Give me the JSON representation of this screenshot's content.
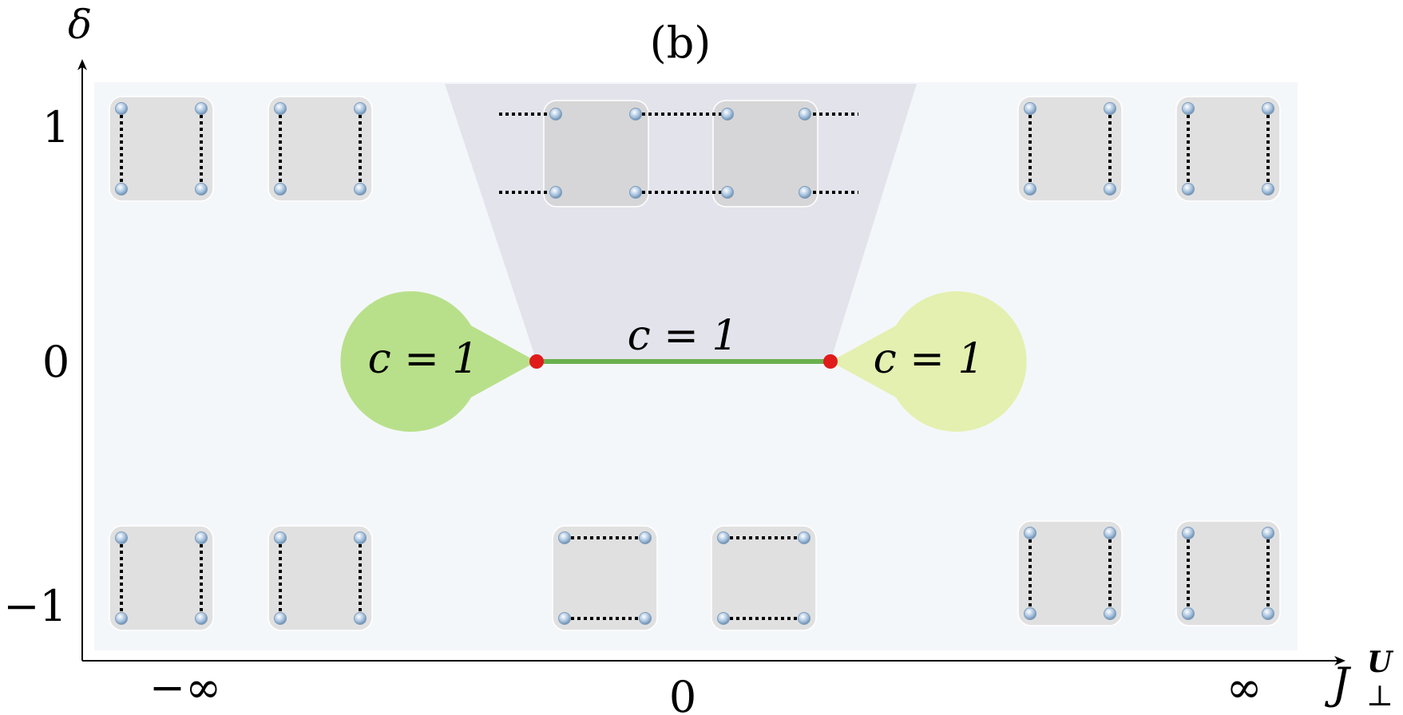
{
  "figure": {
    "panel_label": "(b)",
    "axes": {
      "y_label": "δ",
      "x_label_main": "J",
      "x_label_sup": "U",
      "x_label_sub": "⊥"
    },
    "y_ticks": [
      {
        "label": "1",
        "value": 1
      },
      {
        "label": "0",
        "value": 0
      },
      {
        "label": "−1",
        "value": -1
      }
    ],
    "x_ticks": [
      {
        "label": "−∞",
        "value": "-inf"
      },
      {
        "label": "0",
        "value": 0
      },
      {
        "label": "∞",
        "value": "inf"
      }
    ],
    "regions": {
      "left_drop": {
        "label": "c = 1",
        "color": "#b8e08a"
      },
      "center_line": {
        "label": "c = 1",
        "color": "#6ab04c"
      },
      "right_drop": {
        "label": "c = 1",
        "color": "#e3f0b0"
      },
      "top_wedge": {
        "color": "#e2e2ec"
      }
    },
    "colors": {
      "background": "#f4f7fa",
      "plaquette": "#e0e0e0",
      "site": "#a8c4e0",
      "critical_point": "#e01b1b"
    }
  }
}
